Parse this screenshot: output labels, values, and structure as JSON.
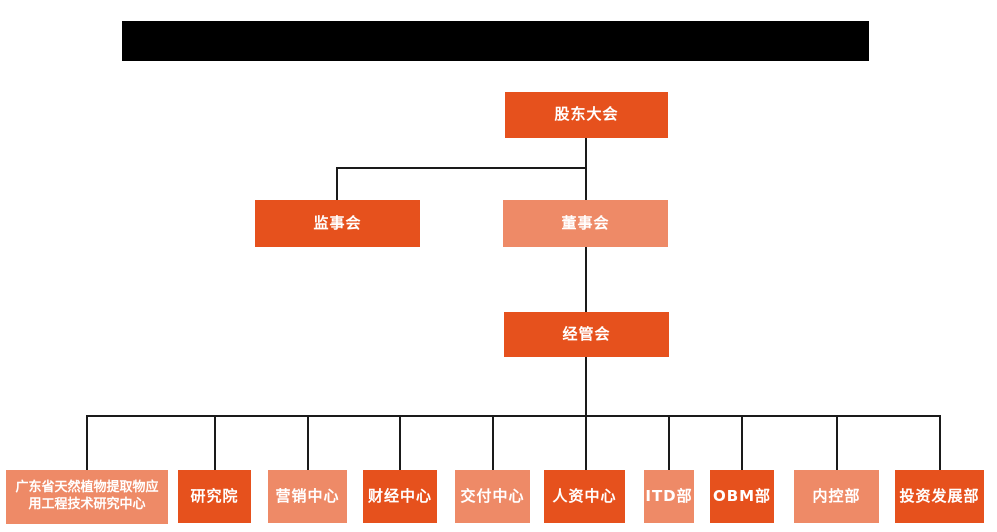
{
  "colors": {
    "node_dark": "#E6511D",
    "node_light": "#EE8A67",
    "line": "#1A1A1A",
    "redaction": "#000000",
    "text": "#FFFFFF",
    "background": "#FFFFFF"
  },
  "org_chart": {
    "type": "org-hierarchy",
    "level1": {
      "shareholders_meeting": {
        "label": "股东大会",
        "variant": "dark"
      }
    },
    "level2": {
      "supervisory_board": {
        "label": "监事会",
        "variant": "dark"
      },
      "board_of_directors": {
        "label": "董事会",
        "variant": "light"
      }
    },
    "level3": {
      "management_committee": {
        "label": "经管会",
        "variant": "dark"
      }
    },
    "level4": [
      {
        "label": "广东省天然植物提取物应用工程技术研究中心",
        "variant": "light"
      },
      {
        "label": "研究院",
        "variant": "dark"
      },
      {
        "label": "营销中心",
        "variant": "light"
      },
      {
        "label": "财经中心",
        "variant": "dark"
      },
      {
        "label": "交付中心",
        "variant": "light"
      },
      {
        "label": "人资中心",
        "variant": "dark"
      },
      {
        "label": "ITD部",
        "variant": "light"
      },
      {
        "label": "OBM部",
        "variant": "dark"
      },
      {
        "label": "内控部",
        "variant": "light"
      },
      {
        "label": "投资发展部",
        "variant": "dark"
      }
    ]
  }
}
